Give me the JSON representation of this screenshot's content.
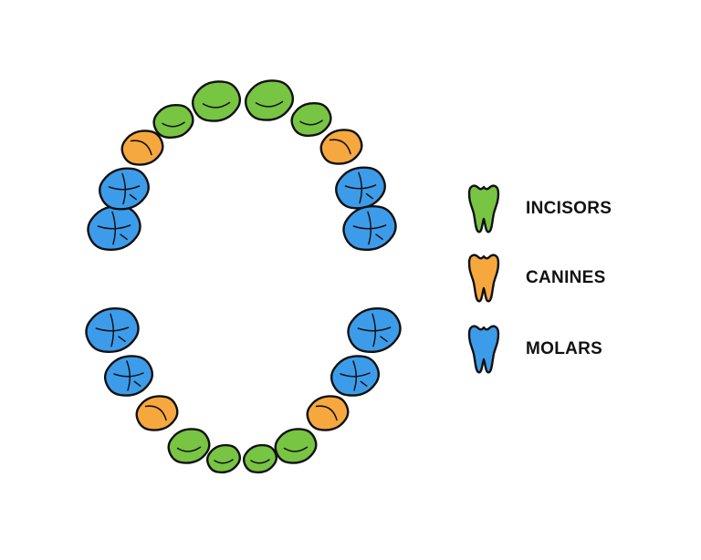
{
  "colors": {
    "incisor": "#78c443",
    "canine": "#f6a83f",
    "molar": "#3c9cea",
    "outline": "#111111"
  },
  "legend": [
    {
      "type": "incisor",
      "label": "INCISORS",
      "icon": "incisor-tooth-icon"
    },
    {
      "type": "canine",
      "label": "CANINES",
      "icon": "canine-tooth-icon"
    },
    {
      "type": "molar",
      "label": "MOLARS",
      "icon": "molar-tooth-icon"
    }
  ],
  "upper_arch": [
    "molar",
    "molar",
    "canine",
    "incisor",
    "incisor",
    "incisor",
    "incisor",
    "canine",
    "molar",
    "molar"
  ],
  "lower_arch": [
    "molar",
    "molar",
    "canine",
    "incisor",
    "incisor",
    "incisor",
    "incisor",
    "canine",
    "molar",
    "molar"
  ]
}
